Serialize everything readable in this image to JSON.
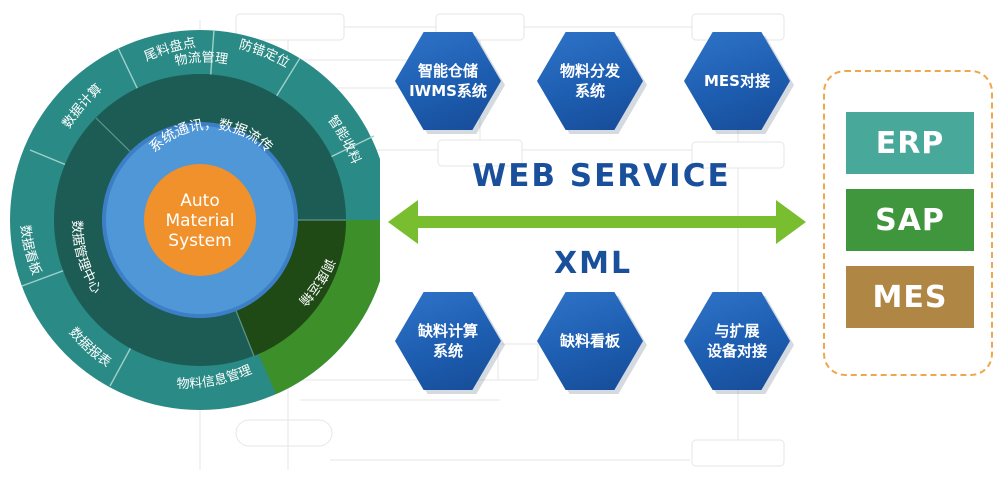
{
  "wheel": {
    "center_line1": "Auto",
    "center_line2": "Material",
    "center_line3": "System",
    "inner_ring_text": "系统通讯，数据流传",
    "middle_ring": {
      "wuliu": "物流管理",
      "shujuguanli": "数据管理中心",
      "diaodu": "调度运输"
    },
    "outer_ring": {
      "weiliao": "尾料盘点",
      "fangcuo": "防错定位",
      "zhineng": "智能收料",
      "jisuan": "数据计算",
      "kanban": "数据看板",
      "baobiao": "数据报表",
      "xinxi": "物料信息管理"
    },
    "colors": {
      "outer": "#2a8a86",
      "middle": "#1c5c54",
      "inner": "#4f97d6",
      "core": "#f0912c",
      "green": "#3d8f2a"
    }
  },
  "modules_top": [
    {
      "label": "智能仓储\nIWMS系统"
    },
    {
      "label": "物料分发\n系统"
    },
    {
      "label": "MES对接"
    }
  ],
  "modules_bottom": [
    {
      "label": "缺料计算\n系统"
    },
    {
      "label": "缺料看板"
    },
    {
      "label": "与扩展\n设备对接"
    }
  ],
  "protocols": {
    "web_service": "WEB SERVICE",
    "xml": "XML"
  },
  "systems": [
    {
      "label": "ERP",
      "color": "#48a99b"
    },
    {
      "label": "SAP",
      "color": "#3f963d"
    },
    {
      "label": "MES",
      "color": "#b08645"
    }
  ],
  "icons": {
    "arrow": "double-arrow-icon"
  }
}
